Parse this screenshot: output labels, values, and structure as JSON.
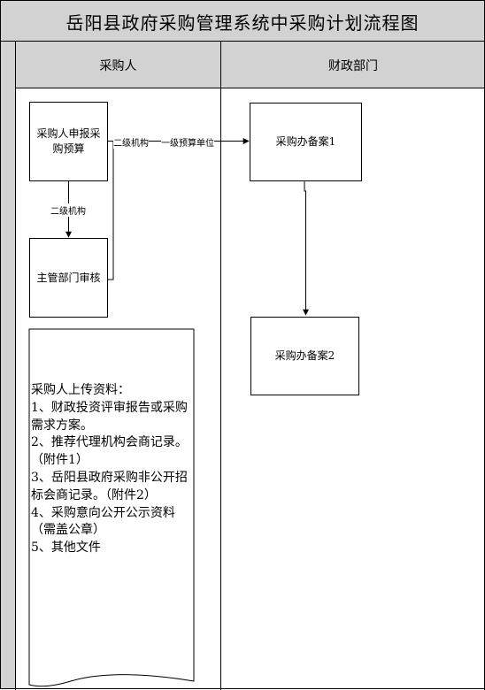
{
  "title": "岳阳县政府采购管理系统中采购计划流程图",
  "lanes": {
    "left": "采购人",
    "right": "财政部门"
  },
  "nodes": {
    "apply": "采购人申报采购预算",
    "review": "主管部门审核",
    "record1": "采购办备案1",
    "record2": "采购办备案2"
  },
  "edge_labels": {
    "apply_to_review": "二级机构",
    "apply_to_record1_a": "二级机构",
    "apply_to_record1_b": "一级预算单位"
  },
  "document": {
    "text": "采购人上传资料：\n1、财政投资评审报告或采购需求方案。\n2、推荐代理机构会商记录。（附件1）\n3、岳阳县政府采购非公开招标会商记录。（附件2）\n4、采购意向公开公示资料（需盖公章）\n5、其他文件"
  }
}
